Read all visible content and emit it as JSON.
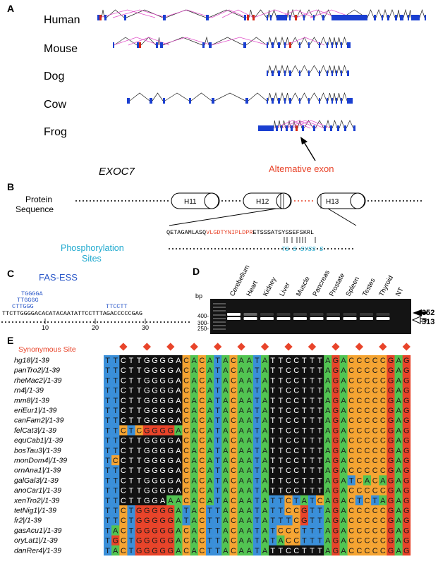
{
  "panels": {
    "a": "A",
    "b": "B",
    "c": "C",
    "d": "D",
    "e": "E"
  },
  "colors": {
    "exon": "#1a3fd1",
    "alt_exon": "#d42a1a",
    "intron_black": "#222222",
    "intron_pink": "#e04fc8",
    "red_text": "#e8442a",
    "cyan_text": "#1fa9cf",
    "blue_text": "#2a57c8",
    "A": "#52c452",
    "C": "#f5a432",
    "G": "#e8442a",
    "T": "#3a8fd9",
    "highlight": "#111111"
  },
  "panel_a": {
    "species": [
      "Human",
      "Mouse",
      "Dog",
      "Cow",
      "Frog"
    ],
    "annotation": "Altemative exon",
    "gene": "EXOC7"
  },
  "panel_b": {
    "protein_label_1": "Protein",
    "protein_label_2": "Sequence",
    "helices": [
      "H11",
      "H12",
      "H13"
    ],
    "seq_black_1": "QETAGAMLASQ",
    "seq_red": "VLGDTYNIPLDPR",
    "seq_black_2": "ETSSSATSYSSEFSKRL",
    "phospho_label_1": "Phosphorylation",
    "phospho_label_2": "Sites",
    "phospho_marks": "TS S  SYSS  S"
  },
  "panel_c": {
    "title": "FAS-ESS",
    "motifs": [
      "TGGGGA",
      "TTGGGG",
      "CTTGGG",
      "TTCCTT"
    ],
    "sequence": "TTCTTGGGGACACATACAATATTCCTTTAGACCCCCGAG",
    "ticks": [
      "10",
      "20",
      "30"
    ]
  },
  "panel_d": {
    "bp_label": "bp",
    "ladder": [
      "400-",
      "300-",
      "250-"
    ],
    "lanes": [
      "Cerebellum",
      "Heart",
      "Kidney",
      "Liver",
      "Muscle",
      "Pancreas",
      "Prostate",
      "Spleen",
      "Testes",
      "Thyroid",
      "NT"
    ],
    "sizes": [
      "352",
      "313"
    ]
  },
  "panel_e": {
    "synonymous_label": "Synonymous Site",
    "rows": [
      {
        "name": "hg18|/1-39",
        "seq": "TTCTTGGGGACACATACAATATTCCTTTAGACCCCCGAG"
      },
      {
        "name": "panTro2|/1-39",
        "seq": "TTCTTGGGGACACATACAATATTCCTTTAGACCCCCGAG"
      },
      {
        "name": "rheMac2|/1-39",
        "seq": "TTCTTGGGGACACATACAATATTCCTTTAGACCCCCGAG"
      },
      {
        "name": "rn4|/1-39",
        "seq": "TTCTTGGGGACACATACAATATTCCTTTAGACCCCCGAG"
      },
      {
        "name": "mm8|/1-39",
        "seq": "TTCTTGGGGACACATACAATATTCCTTTAGACCCCCGAG"
      },
      {
        "name": "eriEur1|/1-39",
        "seq": "TTCTTGGGGACACATACAATATTCCTTTAGACCCCCGAG"
      },
      {
        "name": "canFam2|/1-39",
        "seq": "TTCTTGGGGACACATACAATATTCCTTTAGACCCCCGAG"
      },
      {
        "name": "felCat3|/1-39",
        "seq": "TTCTCGGGGACACATACAATATTCCTTTAGACCCCCGAG"
      },
      {
        "name": "equCab1|/1-39",
        "seq": "TTCTTGGGGACACATACAATATTCCTTTAGACCCCCGAG"
      },
      {
        "name": "bosTau3|/1-39",
        "seq": "TTCTTGGGGACACATACAATATTCCTTTAGACCCCCGAG"
      },
      {
        "name": "monDom4|/1-39",
        "seq": "TCCTTGGGGACACATACAATATTCCTTTAGACCCCCGAG"
      },
      {
        "name": "ornAna1|/1-39",
        "seq": "TTCTTGGGGACACATACAATATTCCTTTAGACCCCCGAG"
      },
      {
        "name": "galGal3|/1-39",
        "seq": "TTCTTGGGGACACATACAATATTCCTTTAGATCACAGAG"
      },
      {
        "name": "anoCar1|/1-39",
        "seq": "TTCTTGGGGACACATACAATATTCCTTTAGACCCCCGAG"
      },
      {
        "name": "xenTro2|/1-39",
        "seq": "TTCTTGGAAACACATACAATATTCTATCAGACTCTAGAG"
      },
      {
        "name": "tetNig1|/1-39",
        "seq": "TTCTGGGGGATACTTACAATATTCCGTTAGACCCCCGAG"
      },
      {
        "name": "fr2|/1-39",
        "seq": "TTCTGGGGGATACTTACAATATTTCGTTAGACCCCCGAG"
      },
      {
        "name": "gasAcu1|/1-39",
        "seq": "TACTGGGGGACACTTACAATATCCCTTTAGACCCCCGAG"
      },
      {
        "name": "oryLat1|/1-39",
        "seq": "TGCTGGGGGACACTTACAATATACCTTTAGACCCCCGAG"
      },
      {
        "name": "danRer4|/1-39",
        "seq": "TACTGGGGGACACTTACAATATTCCTTTAGACCCCCGAG"
      }
    ]
  }
}
